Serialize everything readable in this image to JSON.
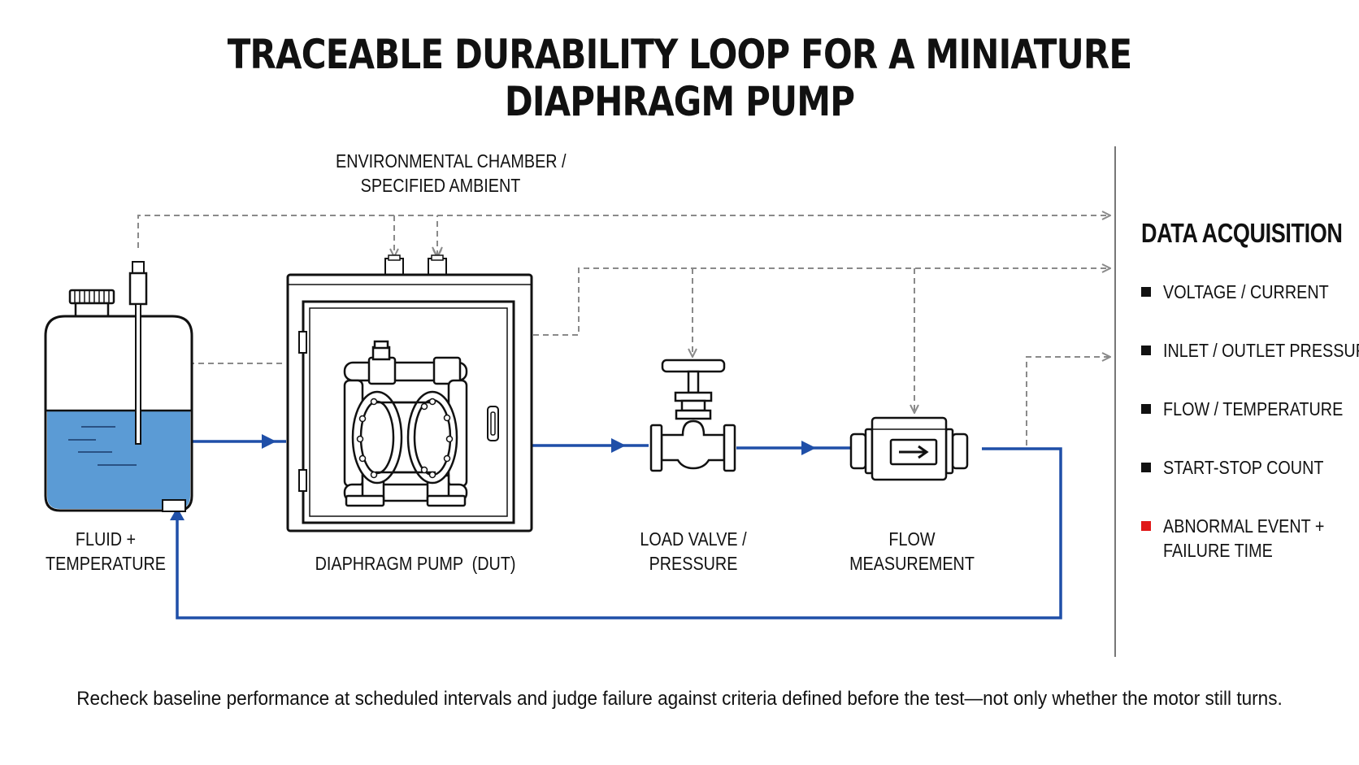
{
  "title": "TRACEABLE DURABILITY LOOP FOR A MINIATURE DIAPHRAGM PUMP",
  "labels": {
    "chamber": [
      "ENVIRONMENTAL CHAMBER /",
      "SPECIFIED AMBIENT"
    ],
    "fluid": [
      "FLUID +",
      "TEMPERATURE"
    ],
    "pump": [
      "DIAPHRAGM PUMP  (DUT)"
    ],
    "valve": [
      "LOAD VALVE /",
      "PRESSURE"
    ],
    "flow": [
      "FLOW",
      "MEASUREMENT"
    ]
  },
  "data_acquisition": {
    "title": "DATA ACQUISITION",
    "items": [
      {
        "lines": [
          "VOLTAGE / CURRENT"
        ],
        "marker": "black"
      },
      {
        "lines": [
          "INLET / OUTLET PRESSURE"
        ],
        "marker": "black"
      },
      {
        "lines": [
          "FLOW / TEMPERATURE"
        ],
        "marker": "black"
      },
      {
        "lines": [
          "START-STOP COUNT"
        ],
        "marker": "black"
      },
      {
        "lines": [
          "ABNORMAL EVENT +",
          "FAILURE TIME"
        ],
        "marker": "red"
      }
    ]
  },
  "footer": "Recheck baseline performance at scheduled intervals and judge failure against criteria defined before the test—not only whether the motor still turns.",
  "colors": {
    "flow_line": "#1f4fa8",
    "fluid_fill": "#5b9bd5",
    "signal_line": "#8a8a8a",
    "failure_marker": "#e01818"
  }
}
